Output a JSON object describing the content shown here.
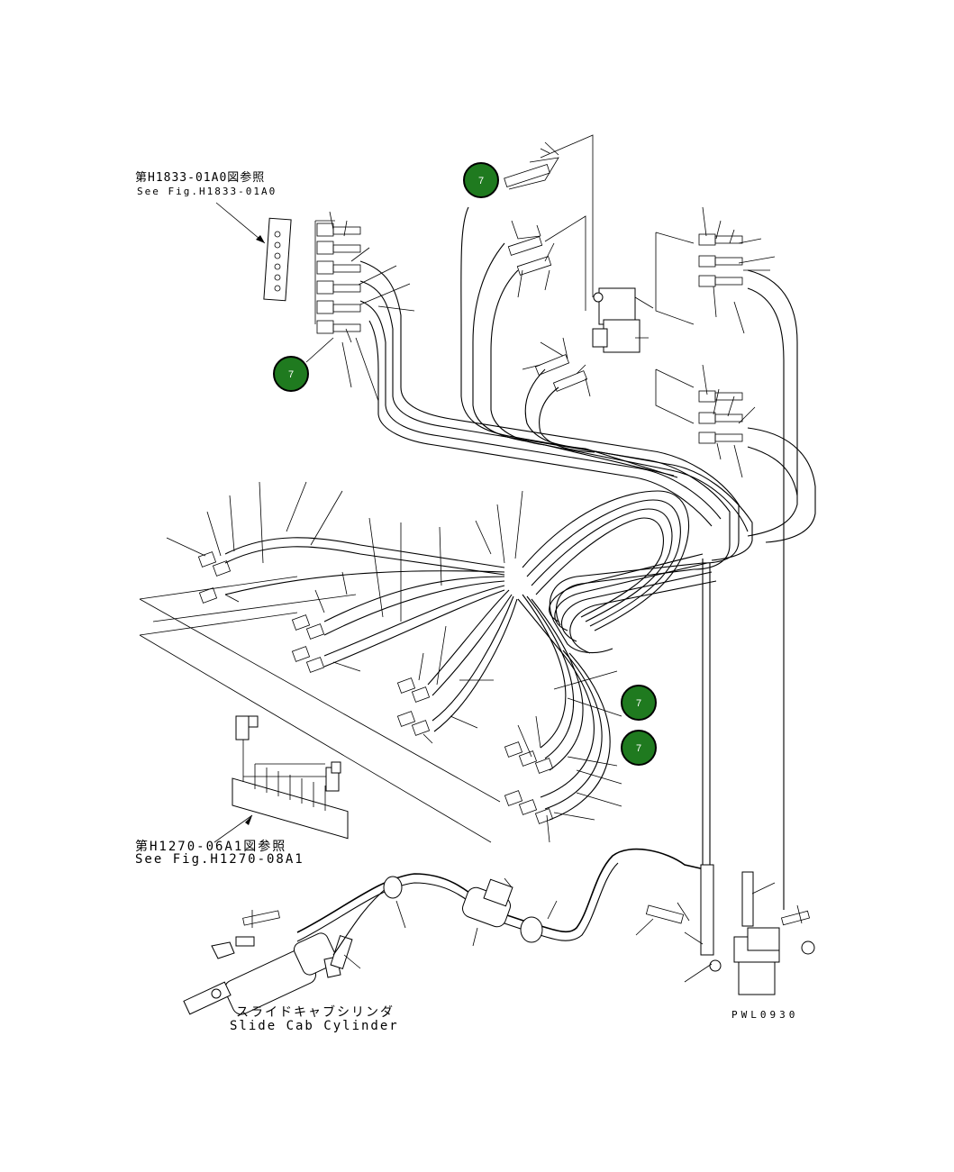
{
  "references": {
    "top_left": {
      "jp": "第H1833-01A0図参照",
      "en": "See Fig.H1833-01A0"
    },
    "bottom_left": {
      "jp": "第H1270-06A1図参照",
      "en": "See Fig.H1270-08A1"
    }
  },
  "cylinder_label": {
    "jp": "スライドキャブシリンダ",
    "en": "Slide Cab Cylinder"
  },
  "drawing_code": "PWL0930",
  "callouts": [
    {
      "id": "callout-1",
      "number": "7"
    },
    {
      "id": "callout-2",
      "number": "7"
    },
    {
      "id": "callout-3",
      "number": "7"
    },
    {
      "id": "callout-4",
      "number": "7"
    }
  ],
  "colors": {
    "callout_fill": "#1f7a1f",
    "callout_stroke": "#000000",
    "line": "#000000",
    "background": "#ffffff"
  }
}
